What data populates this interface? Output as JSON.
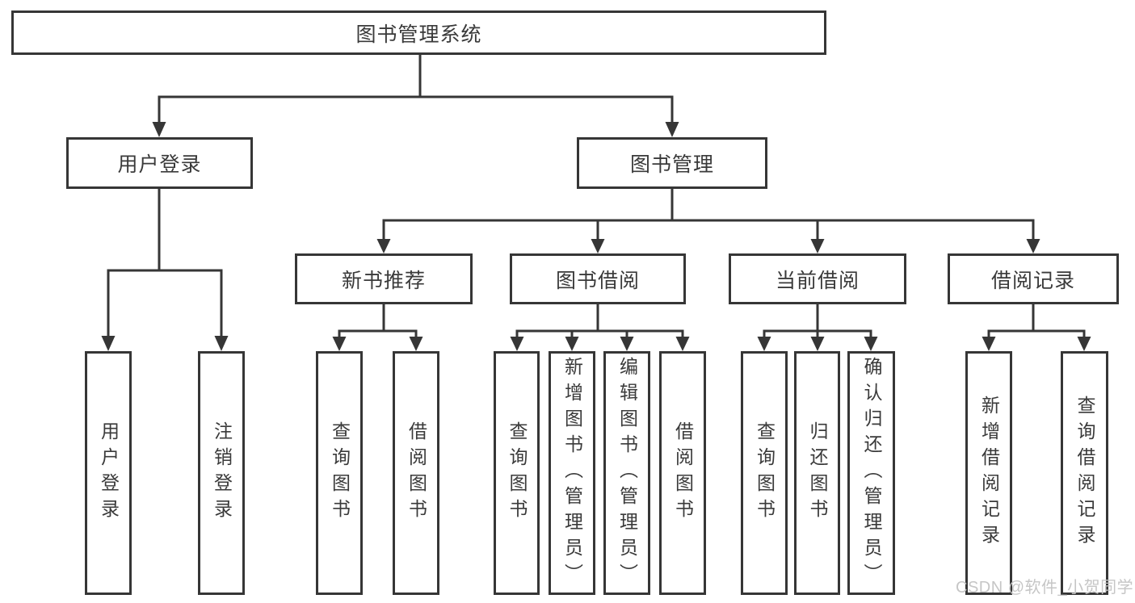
{
  "colors": {
    "line": "#363636",
    "text": "#3a3a3a",
    "background": "#ffffff",
    "watermark": "#c6c6c6"
  },
  "diagram": {
    "title": "图书管理系统",
    "level2": [
      {
        "label": "用户登录"
      },
      {
        "label": "图书管理"
      }
    ],
    "level3": [
      {
        "label": "新书推荐",
        "parent": "图书管理"
      },
      {
        "label": "图书借阅",
        "parent": "图书管理"
      },
      {
        "label": "当前借阅",
        "parent": "图书管理"
      },
      {
        "label": "借阅记录",
        "parent": "图书管理"
      }
    ],
    "leaves": [
      {
        "label": "用户登录",
        "parent": "用户登录"
      },
      {
        "label": "注销登录",
        "parent": "用户登录"
      },
      {
        "label": "查询图书",
        "parent": "新书推荐"
      },
      {
        "label": "借阅图书",
        "parent": "新书推荐"
      },
      {
        "label": "查询图书",
        "parent": "图书借阅"
      },
      {
        "label": "新增图书（管理员）",
        "parent": "图书借阅"
      },
      {
        "label": "编辑图书（管理员）",
        "parent": "图书借阅"
      },
      {
        "label": "借阅图书",
        "parent": "图书借阅"
      },
      {
        "label": "查询图书",
        "parent": "当前借阅"
      },
      {
        "label": "归还图书",
        "parent": "当前借阅"
      },
      {
        "label": "确认归还（管理员）",
        "parent": "当前借阅"
      },
      {
        "label": "新增借阅记录",
        "parent": "借阅记录"
      },
      {
        "label": "查询借阅记录",
        "parent": "借阅记录"
      }
    ]
  },
  "watermark": {
    "text": "CSDN @软件_小贺同学"
  }
}
